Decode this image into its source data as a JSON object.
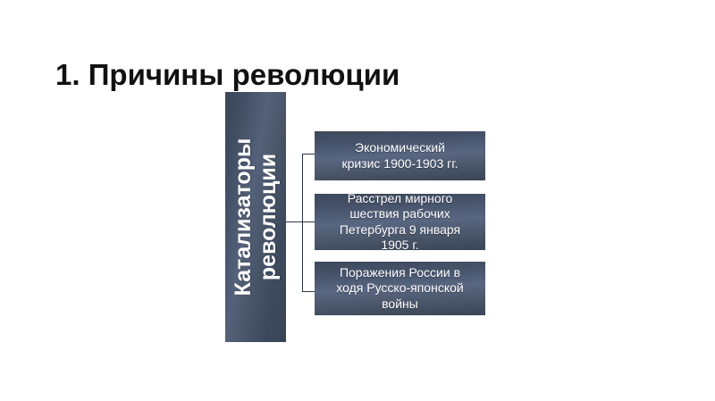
{
  "slide": {
    "title": "1. Причины революции",
    "background_color": "#ffffff",
    "title_color": "#111111"
  },
  "diagram": {
    "type": "bracket-list",
    "accent_color": "#3d4a5e",
    "connector_color": "#2c3647",
    "text_color": "#ffffff",
    "root": {
      "label": "Катализаторы\nреволюции",
      "orientation": "vertical-rotated"
    },
    "items": [
      {
        "label": "Экономический\nкризис 1900-1903 гг."
      },
      {
        "label": "Расстрел мирного\nшествия рабочих\nПетербурга 9 января\n1905 г."
      },
      {
        "label": "Поражения России в\nходя Русско-японской\nвойны"
      }
    ]
  }
}
